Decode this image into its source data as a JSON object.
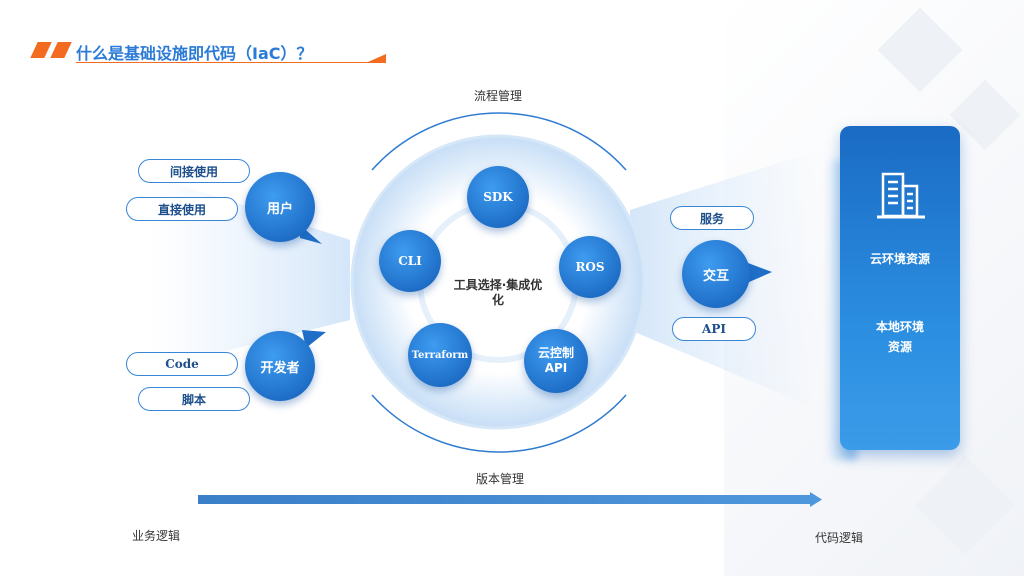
{
  "title": "什么是基础设施即代码（IaC）？",
  "colors": {
    "accent_orange": "#f36b21",
    "title_blue": "#2b7bd6",
    "node_blue": "#1f6fc8",
    "panel_blue": "#1a6bc4"
  },
  "top_label": "流程管理",
  "bottom_label": "版本管理",
  "center_label": "工具选择·集成优化",
  "ring_nodes": {
    "sdk": "SDK",
    "ros": "ROS",
    "cli": "CLI",
    "terraform": "Terraform",
    "cloud_api": "云控制API"
  },
  "left": {
    "user_node": "用户",
    "user_pills": [
      "间接使用",
      "直接使用"
    ],
    "dev_node": "开发者",
    "dev_pills": [
      "Code",
      "脚本"
    ]
  },
  "right": {
    "interact_node": "交互",
    "pill_top": "服务",
    "pill_bottom": "API"
  },
  "panel": {
    "icon": "building-icon",
    "item1": "云环境资源",
    "item2_line1": "本地环境",
    "item2_line2": "资源"
  },
  "axis": {
    "left_label": "业务逻辑",
    "right_label": "代码逻辑"
  }
}
